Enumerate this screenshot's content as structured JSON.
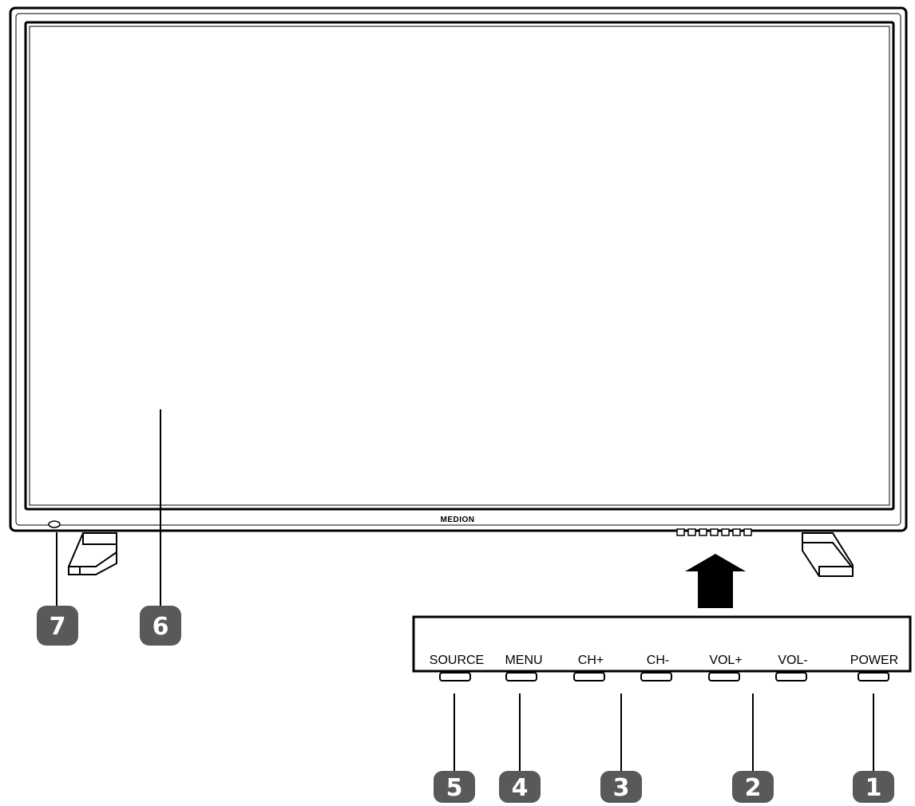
{
  "brand": "MEDION",
  "colors": {
    "badge": "#595959",
    "line": "#000000",
    "background": "#ffffff"
  },
  "icons": {
    "arrow": "up-arrow-icon",
    "ir_sensor": "ir-sensor-icon"
  },
  "panel_buttons": [
    "SOURCE",
    "MENU",
    "CH+",
    "CH-",
    "VOL+",
    "VOL-",
    "POWER"
  ],
  "callouts": {
    "c1": "1",
    "c2": "2",
    "c3": "3",
    "c4": "4",
    "c5": "5",
    "c6": "6",
    "c7": "7"
  }
}
